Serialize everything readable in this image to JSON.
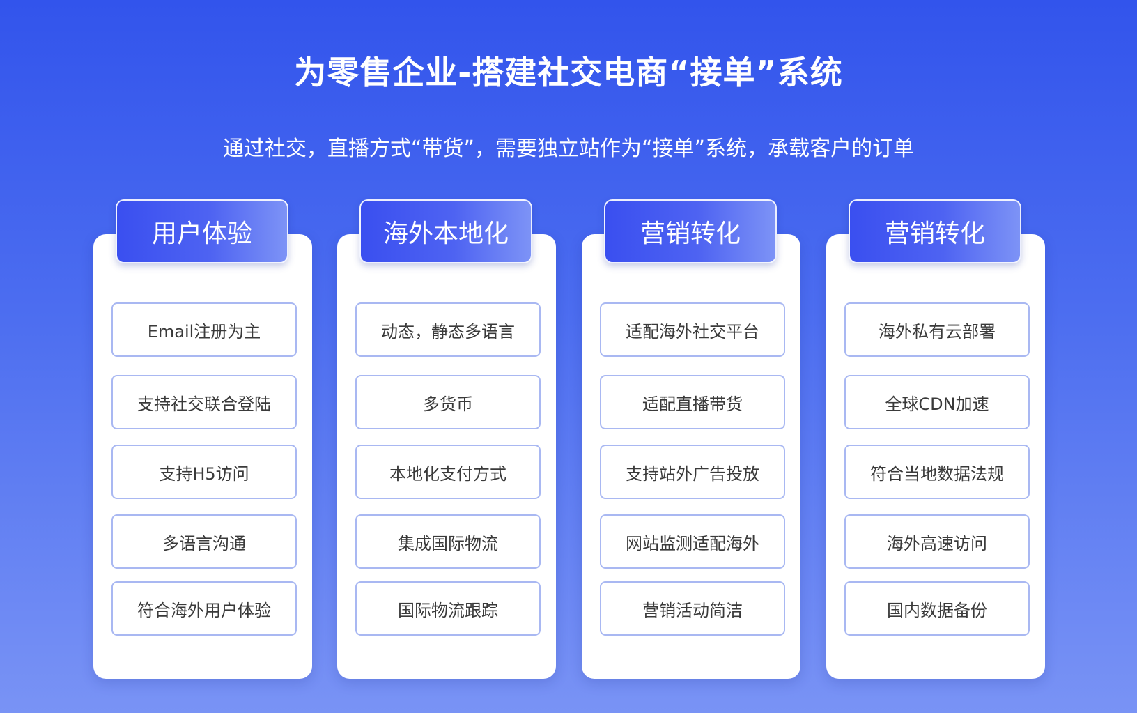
{
  "title": "为零售企业-搭建社交电商“接单”系统",
  "subtitle": "通过社交，直播方式“带货”，需要独立站作为“接单”系统，承载客户的订单",
  "columns": [
    {
      "heading": "用户体验",
      "items": [
        "Email注册为主",
        "支持社交联合登陆",
        "支持H5访问",
        "多语言沟通",
        "符合海外用户体验"
      ]
    },
    {
      "heading": "海外本地化",
      "items": [
        "动态，静态多语言",
        "多货币",
        "本地化支付方式",
        "集成国际物流",
        "国际物流跟踪"
      ]
    },
    {
      "heading": "营销转化",
      "items": [
        "适配海外社交平台",
        "适配直播带货",
        "支持站外广告投放",
        "网站监测适配海外",
        "营销活动简洁"
      ]
    },
    {
      "heading": "营销转化",
      "items": [
        "海外私有云部署",
        "全球CDN加速",
        "符合当地数据法规",
        "海外高速访问",
        "国内数据备份"
      ]
    }
  ]
}
